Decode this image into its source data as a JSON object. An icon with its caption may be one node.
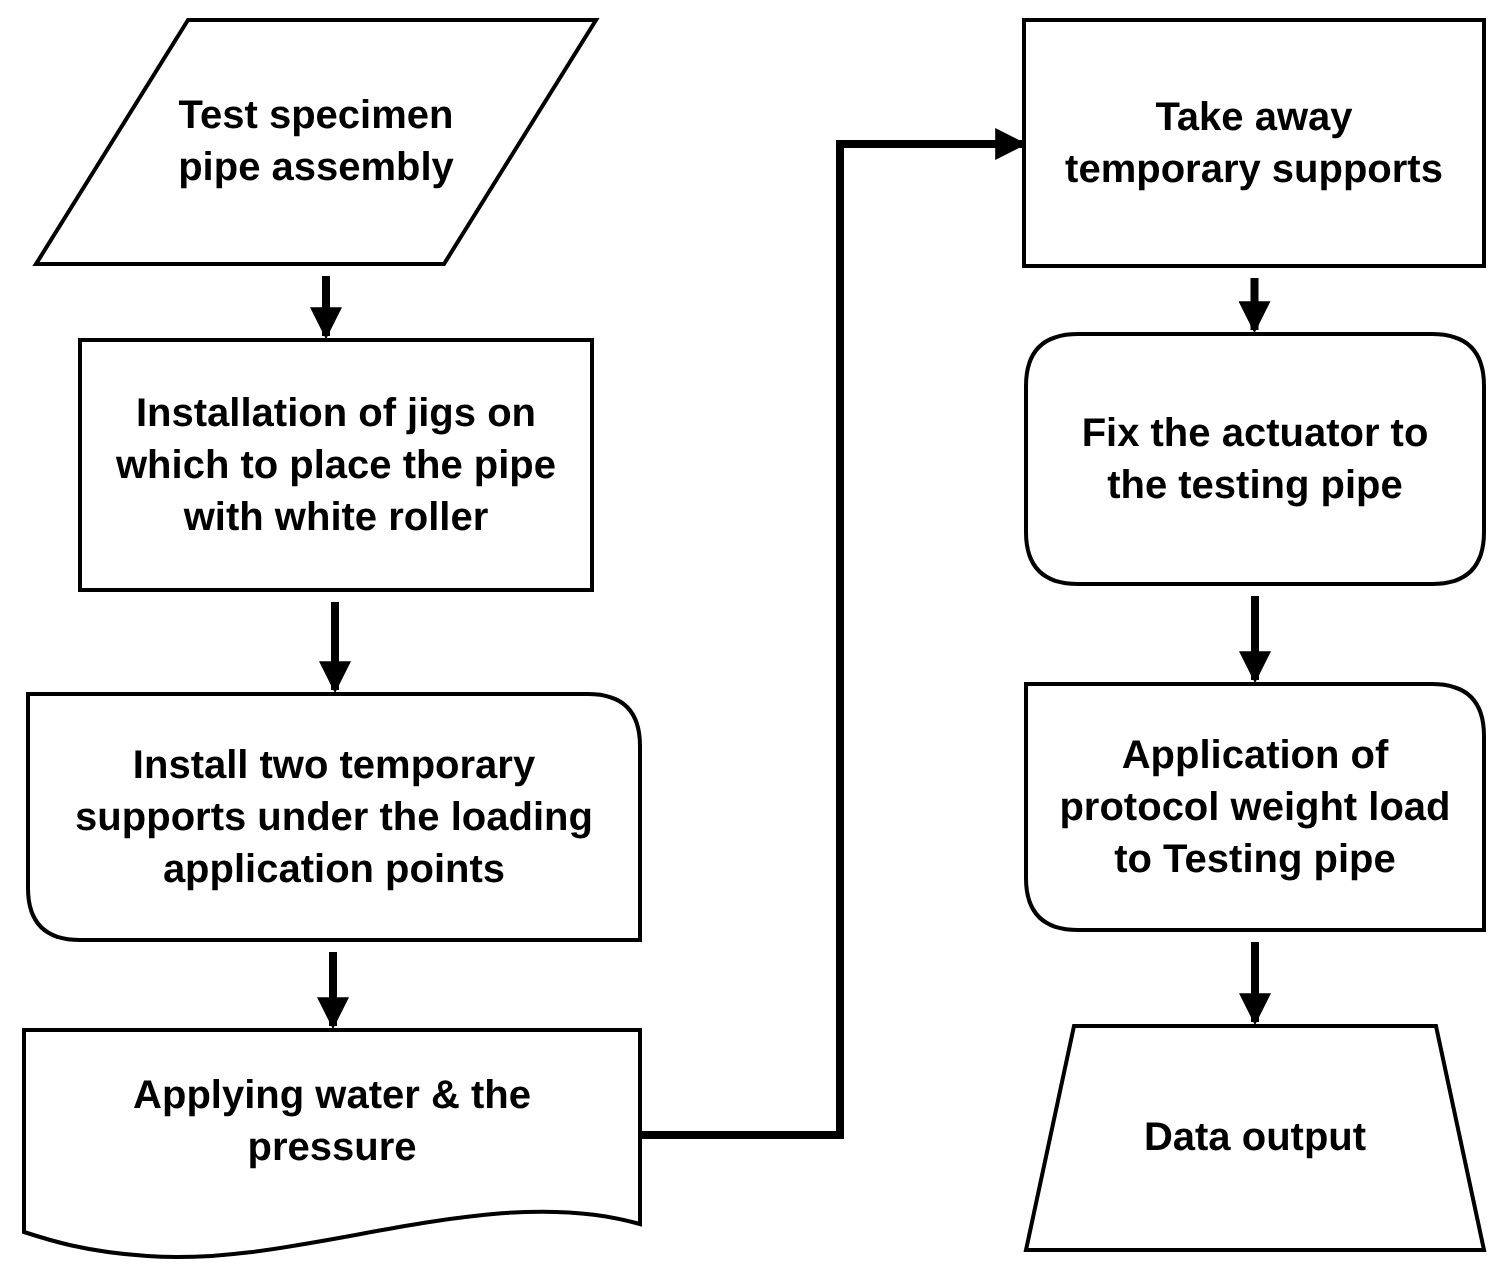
{
  "diagram": {
    "nodes": [
      {
        "text": [
          "Test specimen pipe assembly"
        ]
      },
      {
        "text": [
          "Installation of jigs on which to place the pipe with white roller"
        ]
      },
      {
        "text": [
          "Install two temporary supports under the loading application points"
        ]
      },
      {
        "text": [
          "Applying water & the pressure"
        ]
      },
      {
        "text": [
          "Take away temporary supports"
        ]
      },
      {
        "text": [
          "Fix the actuator to the testing pipe"
        ]
      },
      {
        "text": [
          "Application of protocol weight load to Testing pipe"
        ]
      },
      {
        "text": [
          "Data output"
        ]
      }
    ],
    "edges": [
      {
        "from": 0,
        "to": 1,
        "arrow": "to"
      },
      {
        "from": 1,
        "to": 2,
        "arrow": "to"
      },
      {
        "from": 2,
        "to": 3,
        "arrow": "to"
      },
      {
        "from": 3,
        "to": 4,
        "arrow": "to"
      },
      {
        "from": 4,
        "to": 5,
        "arrow": "to"
      },
      {
        "from": 5,
        "to": 6,
        "arrow": "to"
      },
      {
        "from": 6,
        "to": 7,
        "arrow": "to"
      }
    ]
  }
}
